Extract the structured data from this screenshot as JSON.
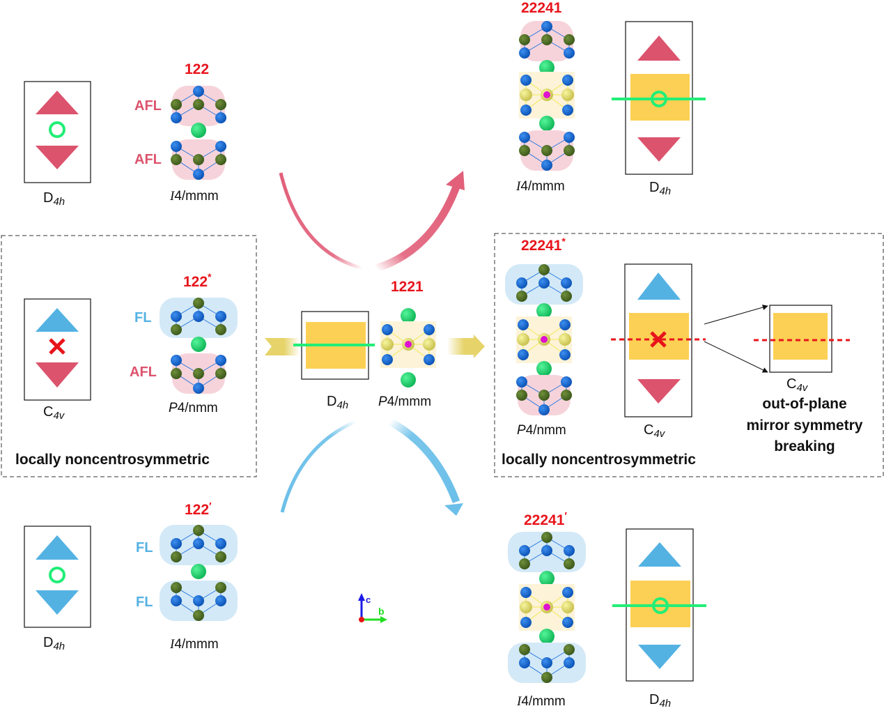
{
  "colors": {
    "afl_pink": "#dc536d",
    "fl_blue": "#54b2e3",
    "center_green": "#22ee77",
    "mirror_red": "#e8141b",
    "layer_yellow": "#fcd054",
    "pink_bg": "#f6d3da",
    "blue_bg": "#d3e9f7",
    "cream_bg": "#fdf3d8"
  },
  "panels": {
    "p122": {
      "title": "122",
      "layer_top": "AFL",
      "layer_bottom": "AFL",
      "space_group_italic": "I",
      "space_group_rest": "4/mmm",
      "point_group": "D",
      "pg_sub": "4h"
    },
    "p122star": {
      "title": "122",
      "mark": "*",
      "layer_top": "FL",
      "layer_bottom": "AFL",
      "space_group_italic": "P",
      "space_group_rest": "4/nmm",
      "point_group": "C",
      "pg_sub": "4v",
      "caption": "locally noncentrosymmetric"
    },
    "p122prime": {
      "title": "122",
      "mark": "′",
      "layer_top": "FL",
      "layer_bottom": "FL",
      "space_group_italic": "I",
      "space_group_rest": "4/mmm",
      "point_group": "D",
      "pg_sub": "4h"
    },
    "p1221": {
      "title": "1221",
      "space_group_italic": "P",
      "space_group_rest": "4/mmm",
      "point_group": "D",
      "pg_sub": "4h"
    },
    "p22241": {
      "title": "22241",
      "space_group_italic": "I",
      "space_group_rest": "4/mmm",
      "point_group": "D",
      "pg_sub": "4h"
    },
    "p22241star": {
      "title": "22241",
      "mark": "*",
      "space_group_italic": "P",
      "space_group_rest": "4/nmm",
      "point_group": "C",
      "pg_sub": "4v",
      "zoom_point_group": "C",
      "zoom_pg_sub": "4v",
      "caption": "locally noncentrosymmetric",
      "note_lines": [
        "out-of-plane",
        "mirror symmetry",
        "breaking"
      ]
    },
    "p22241prime": {
      "title": "22241",
      "mark": "′",
      "space_group_italic": "I",
      "space_group_rest": "4/mmm",
      "point_group": "D",
      "pg_sub": "4h"
    }
  },
  "axes": {
    "c": "c",
    "b": "b"
  }
}
